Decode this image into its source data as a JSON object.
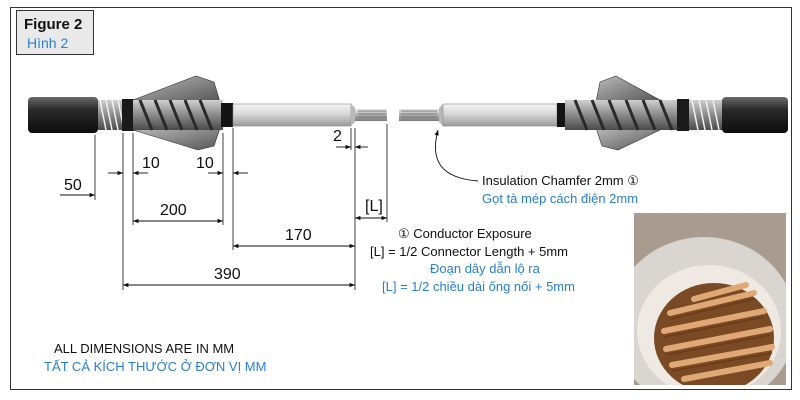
{
  "figure": {
    "title": "Figure 2",
    "title_vi": "Hình 2"
  },
  "dimensions": {
    "d50": "50",
    "d10a": "10",
    "d10b": "10",
    "d200": "200",
    "d2": "2",
    "d170": "170",
    "d390": "390",
    "dL": "[L]"
  },
  "chamfer_note": {
    "en": "Insulation Chamfer 2mm ①",
    "vi": "Gọt tà mép cách điện 2mm"
  },
  "conductor_note": {
    "title_en": "① Conductor Exposure",
    "formula_en": "[L] = 1/2 Connector Length + 5mm",
    "title_vi": "Đoạn dây dẫn lộ ra",
    "formula_vi": "[L] = 1/2 chiều dài ống nối + 5mm"
  },
  "units_note": {
    "en": "ALL DIMENSIONS ARE IN MM",
    "vi": "TẤT CẢ KÍCH THƯỚC Ở ĐƠN VỊ MM"
  },
  "colors": {
    "accent_blue": "#2a7fd4",
    "line": "#111111"
  }
}
